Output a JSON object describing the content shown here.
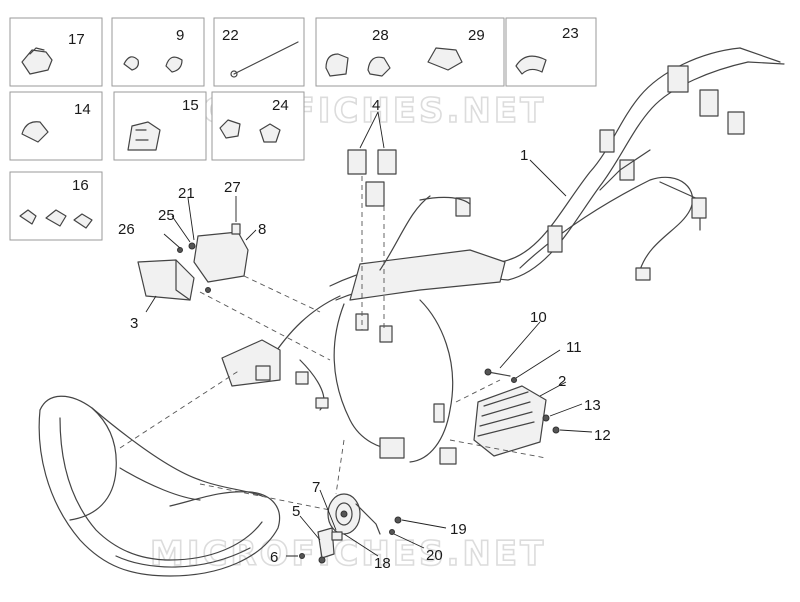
{
  "diagram": {
    "watermark": "MICROFICHES.NET",
    "callouts": {
      "c1": "1",
      "c2": "2",
      "c3": "3",
      "c4": "4",
      "c5": "5",
      "c6": "6",
      "c7": "7",
      "c8": "8",
      "c9": "9",
      "c10": "10",
      "c11": "11",
      "c12": "12",
      "c13": "13",
      "c14": "14",
      "c15": "15",
      "c16": "16",
      "c17": "17",
      "c18": "18",
      "c19": "19",
      "c20": "20",
      "c21": "21",
      "c22": "22",
      "c23": "23",
      "c24": "24",
      "c25": "25",
      "c26": "26",
      "c27": "27",
      "c28": "28",
      "c29": "29"
    },
    "colors": {
      "line": "#444444",
      "box_border": "#9a9a9a",
      "watermark": "#dcdcdc"
    }
  }
}
